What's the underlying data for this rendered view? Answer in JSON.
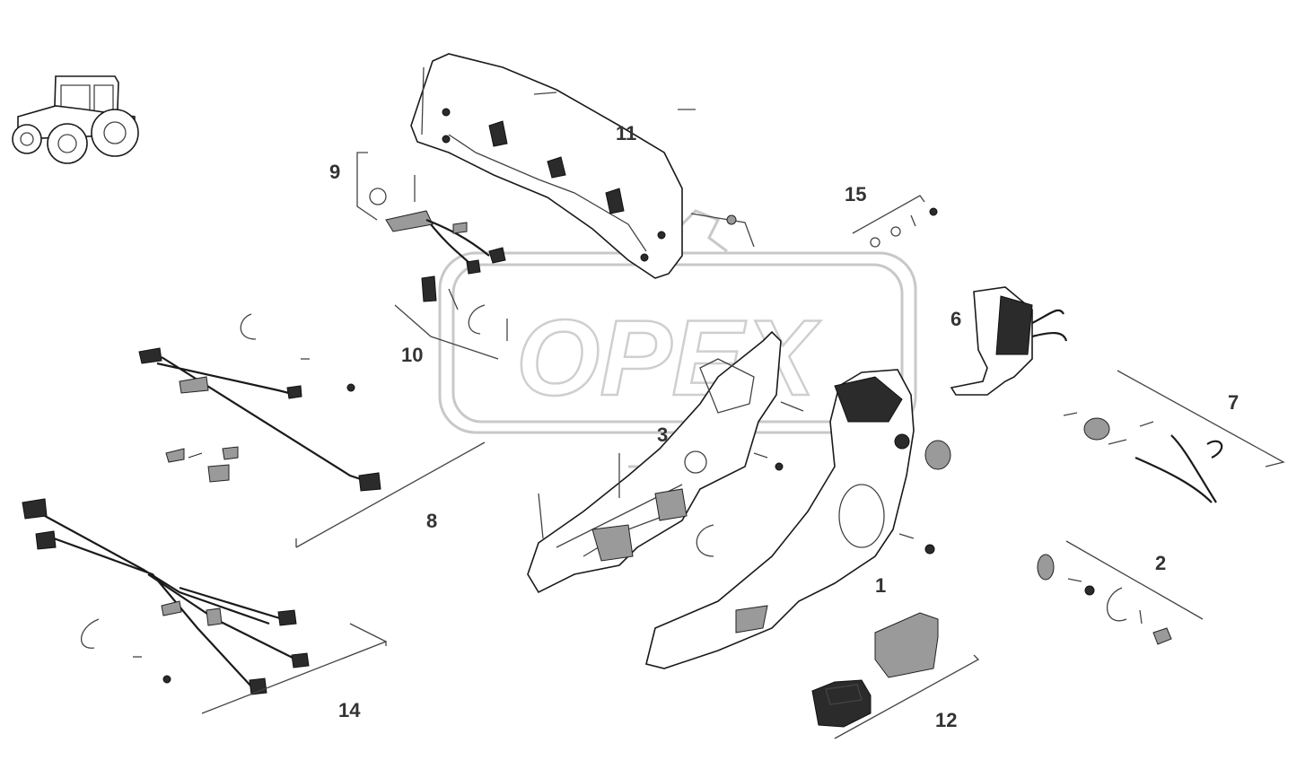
{
  "diagram": {
    "watermark_text": "OPEX",
    "callouts": [
      {
        "id": "1",
        "label": "1"
      },
      {
        "id": "2",
        "label": "2"
      },
      {
        "id": "3",
        "label": "3"
      },
      {
        "id": "6",
        "label": "6"
      },
      {
        "id": "7",
        "label": "7"
      },
      {
        "id": "8",
        "label": "8"
      },
      {
        "id": "9",
        "label": "9"
      },
      {
        "id": "10",
        "label": "10"
      },
      {
        "id": "11",
        "label": "11"
      },
      {
        "id": "12",
        "label": "12"
      },
      {
        "id": "14",
        "label": "14"
      },
      {
        "id": "15",
        "label": "15"
      }
    ],
    "colors": {
      "line": "#1a1a1a",
      "watermark": "#c8c8c8",
      "label": "#333333"
    }
  }
}
